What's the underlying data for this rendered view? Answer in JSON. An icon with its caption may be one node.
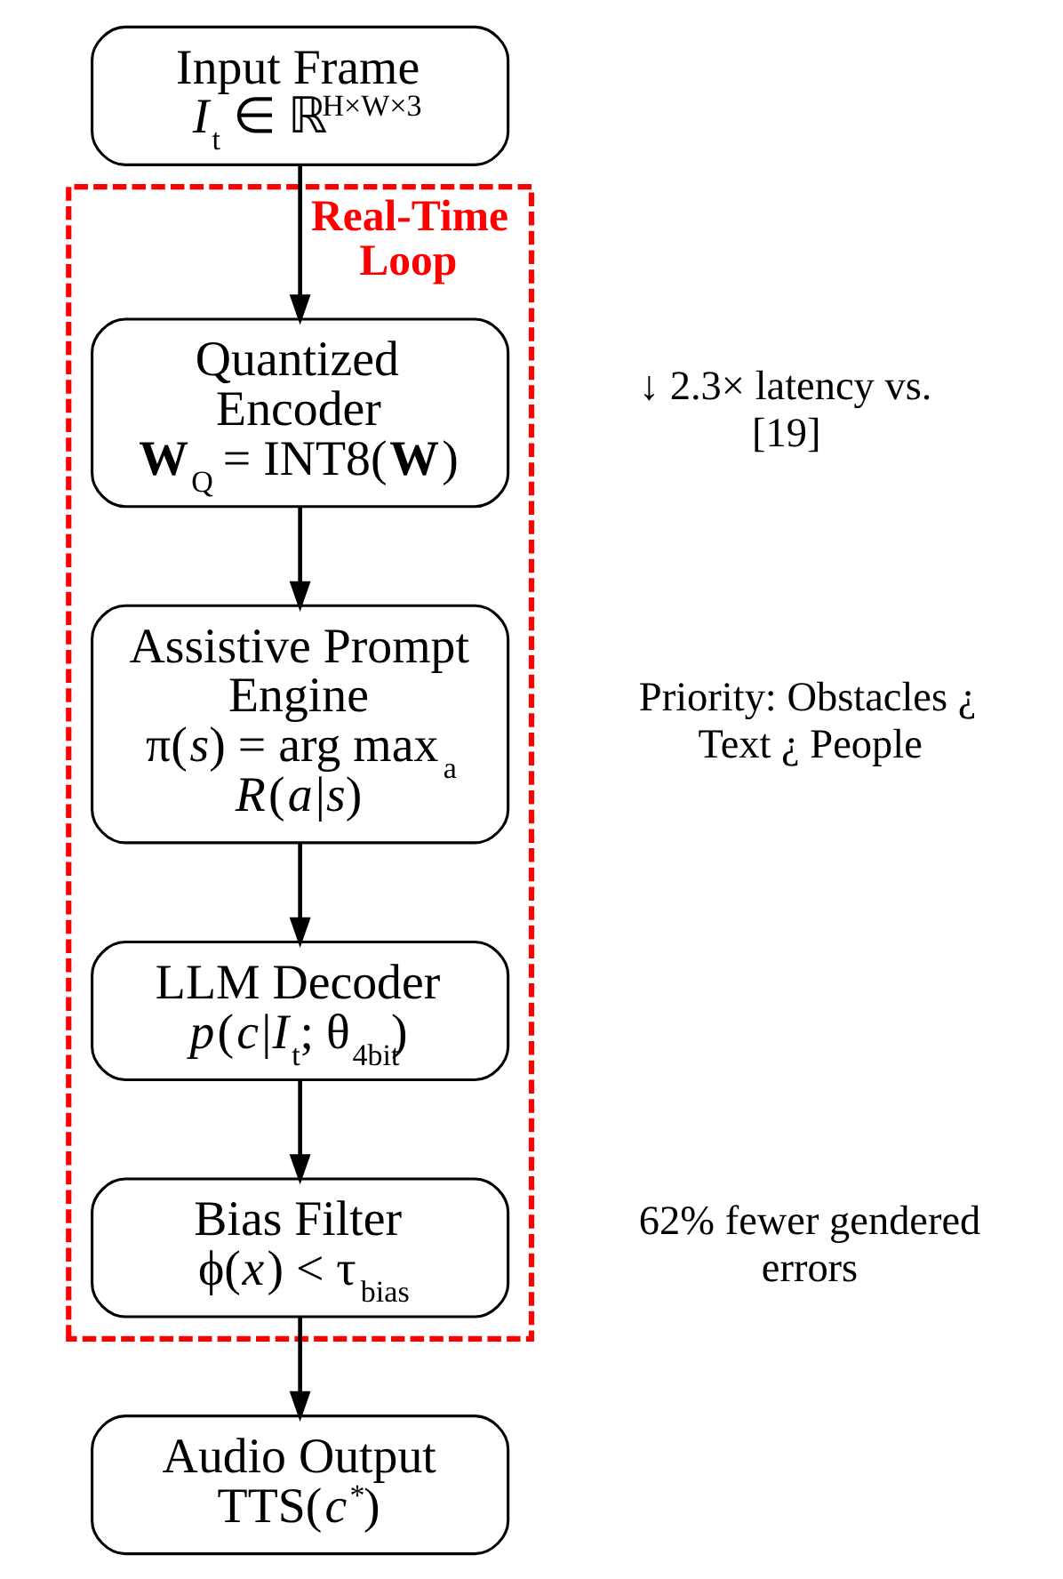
{
  "diagram": {
    "nodes": [
      {
        "text": [
          "Input Frame",
          "*I*$_{t}$ ∈ ℝ$^{H×W×3}$"
        ]
      },
      {
        "text": [
          "Real-Time Loop"
        ]
      },
      {
        "text": [
          "Quantized Encoder",
          "**W**$_{Q}$ = INT8(**W**)"
        ],
        "in": 1,
        "beside": [
          "↓ 2.3× latency vs. [19]"
        ]
      },
      {
        "text": [
          "Assistive Prompt Engine",
          "π(*s*) = arg max$_{a}$ *R*(*a*|*s*)"
        ],
        "in": 1,
        "beside": [
          "Priority: Obstacles ¿ Text ¿ People"
        ]
      },
      {
        "text": [
          "LLM Decoder",
          "*p*(*c*|*I*$_{t}$; θ$_{4bit}$)"
        ],
        "in": 1
      },
      {
        "text": [
          "Bias Filter",
          "ϕ(*x*) < τ$_{bias}$"
        ],
        "in": 1,
        "beside": [
          "62% fewer gendered errors"
        ]
      },
      {
        "text": [
          "Audio Output",
          "TTS(*c*$^{*}$)"
        ]
      }
    ],
    "edges": [
      {
        "from": 0,
        "to": 2,
        "arrow": "to"
      },
      {
        "from": 2,
        "to": 3,
        "arrow": "to"
      },
      {
        "from": 3,
        "to": 4,
        "arrow": "to"
      },
      {
        "from": 4,
        "to": 5,
        "arrow": "to"
      },
      {
        "from": 5,
        "to": 6,
        "arrow": "to"
      }
    ]
  }
}
